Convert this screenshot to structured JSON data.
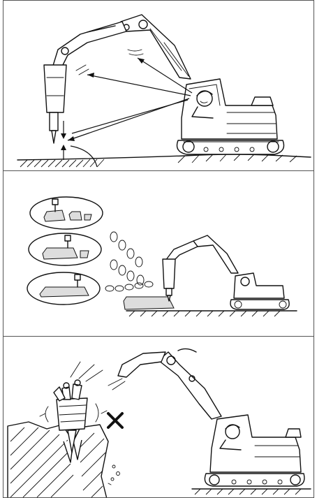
{
  "figure": {
    "panels": [
      {
        "id": "breaker-positioning"
      },
      {
        "id": "breaking-sequence"
      },
      {
        "id": "prohibited-prying"
      }
    ],
    "symbols": {
      "prohibited_mark": "cross-mark-icon"
    },
    "colors": {
      "line": "#111111",
      "panel_border": "#555555",
      "background": "#ffffff",
      "rubble_fill": "#dddddd"
    }
  }
}
